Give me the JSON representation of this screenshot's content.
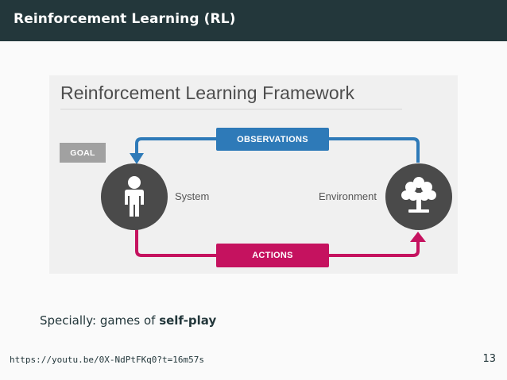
{
  "header": {
    "title": "Reinforcement Learning (RL)"
  },
  "figure": {
    "title": "Reinforcement Learning Framework",
    "observations_label": "OBSERVATIONS",
    "actions_label": "ACTIONS",
    "goal_label": "GOAL",
    "system_label": "System",
    "environment_label": "Environment",
    "system_icon": "person-icon",
    "environment_icon": "tree-icon",
    "colors": {
      "observations": "#2e7ab8",
      "actions": "#c5125f",
      "goal": "#a1a1a1",
      "node": "#4a4a4a"
    }
  },
  "body": {
    "bullet_prefix": "Specially: games of ",
    "bullet_bold": "self-play"
  },
  "footer": {
    "url": "https://youtu.be/0X-NdPtFKq0?t=16m57s",
    "page_number": "13"
  }
}
